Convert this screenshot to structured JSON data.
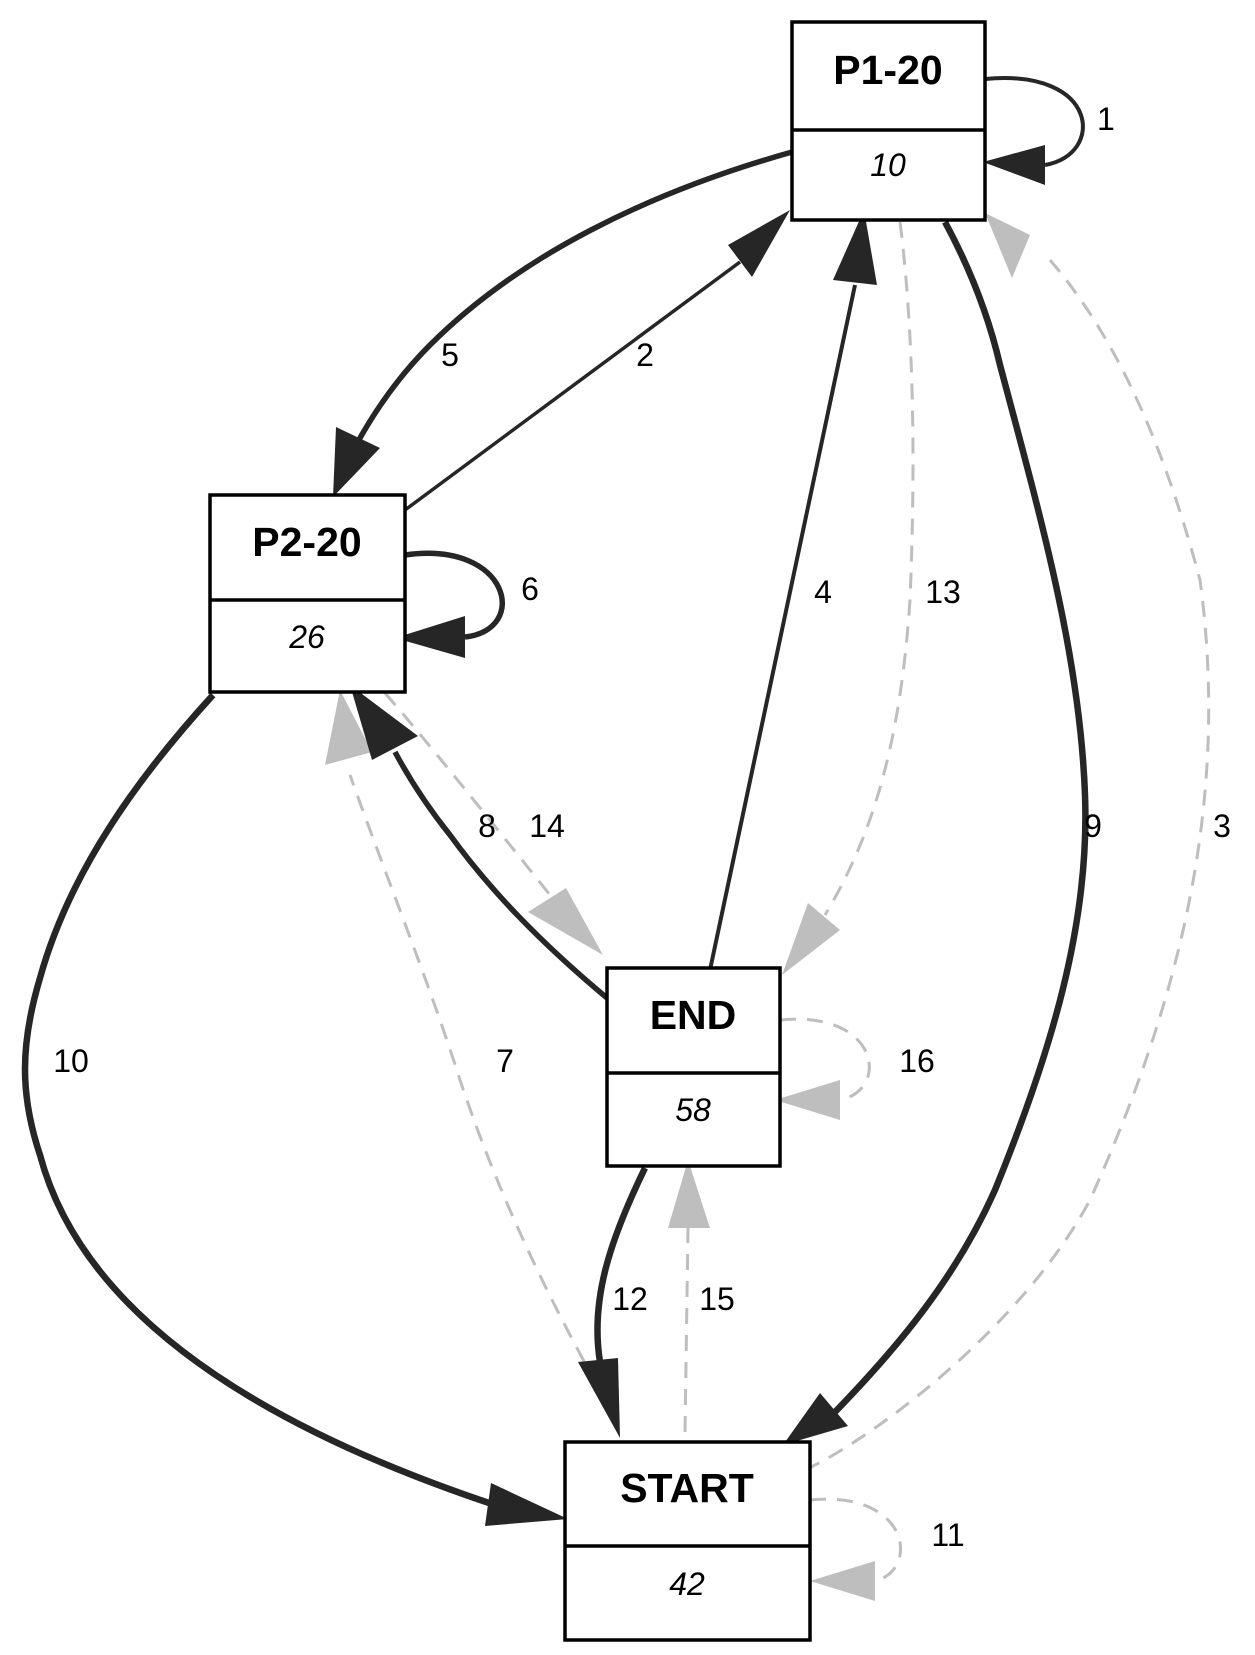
{
  "colors": {
    "p1_header": "#87CEFA",
    "p2_header": "#00BFFF",
    "edge_solid": "#262626",
    "edge_dashed": "#BEBEBE"
  },
  "nodes": [
    {
      "id": "P1-20",
      "count": "10",
      "header_color": "#87CEFA"
    },
    {
      "id": "P2-20",
      "count": "26",
      "header_color": "#00BFFF"
    },
    {
      "id": "END",
      "count": "58",
      "header_color": "#FFFFFF"
    },
    {
      "id": "START",
      "count": "42",
      "header_color": "#FFFFFF"
    }
  ],
  "edges": [
    {
      "label": "1",
      "from": "P1-20",
      "to": "P1-20",
      "style": "solid"
    },
    {
      "label": "2",
      "from": "P2-20",
      "to": "P1-20",
      "style": "solid"
    },
    {
      "label": "3",
      "from": "START",
      "to": "P1-20",
      "style": "dashed"
    },
    {
      "label": "4",
      "from": "END",
      "to": "P1-20",
      "style": "solid"
    },
    {
      "label": "5",
      "from": "P1-20",
      "to": "P2-20",
      "style": "solid"
    },
    {
      "label": "6",
      "from": "P2-20",
      "to": "P2-20",
      "style": "solid"
    },
    {
      "label": "7",
      "from": "START",
      "to": "P2-20",
      "style": "dashed"
    },
    {
      "label": "8",
      "from": "END",
      "to": "P2-20",
      "style": "solid"
    },
    {
      "label": "9",
      "from": "P1-20",
      "to": "START",
      "style": "solid"
    },
    {
      "label": "10",
      "from": "P2-20",
      "to": "START",
      "style": "solid"
    },
    {
      "label": "11",
      "from": "START",
      "to": "START",
      "style": "dashed"
    },
    {
      "label": "12",
      "from": "END",
      "to": "START",
      "style": "solid"
    },
    {
      "label": "13",
      "from": "P1-20",
      "to": "END",
      "style": "dashed"
    },
    {
      "label": "14",
      "from": "P2-20",
      "to": "END",
      "style": "dashed"
    },
    {
      "label": "15",
      "from": "START",
      "to": "END",
      "style": "dashed"
    },
    {
      "label": "16",
      "from": "END",
      "to": "END",
      "style": "dashed"
    }
  ]
}
